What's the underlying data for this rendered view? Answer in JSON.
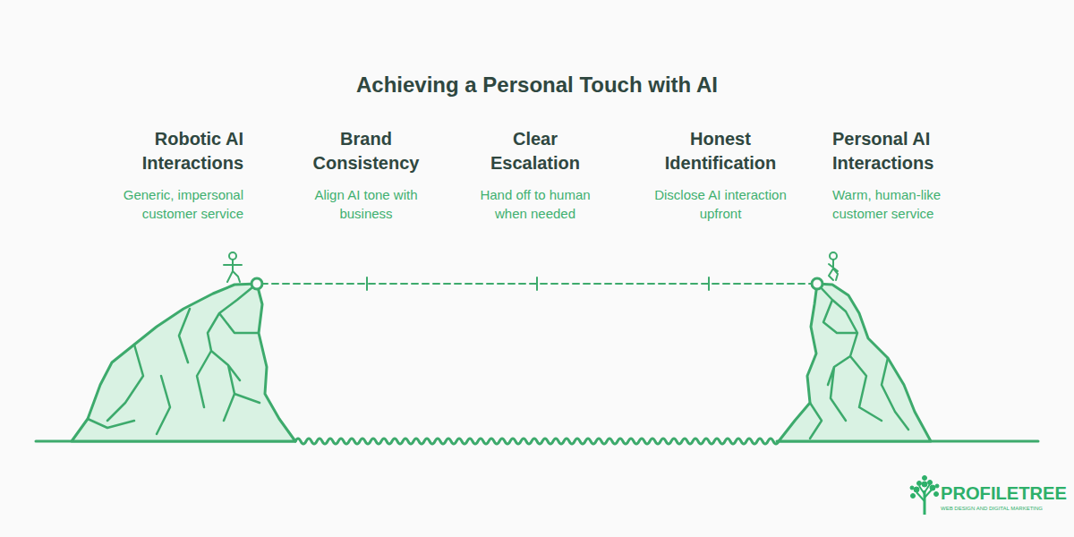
{
  "diagram": {
    "title": "Achieving a Personal Touch with AI",
    "labels": [
      "Robotic AI Interactions",
      "Generic, impersonal customer service",
      "Brand Consistency",
      "Align AI tone with business",
      "Clear Escalation",
      "Hand off to human when needed",
      "Honest Identification",
      "Disclose AI interaction upfront",
      "Personal AI Interactions",
      "Warm, human-like customer service",
      "PROFILETREE",
      "WEB DESIGN AND DIGITAL MARKETING"
    ]
  }
}
